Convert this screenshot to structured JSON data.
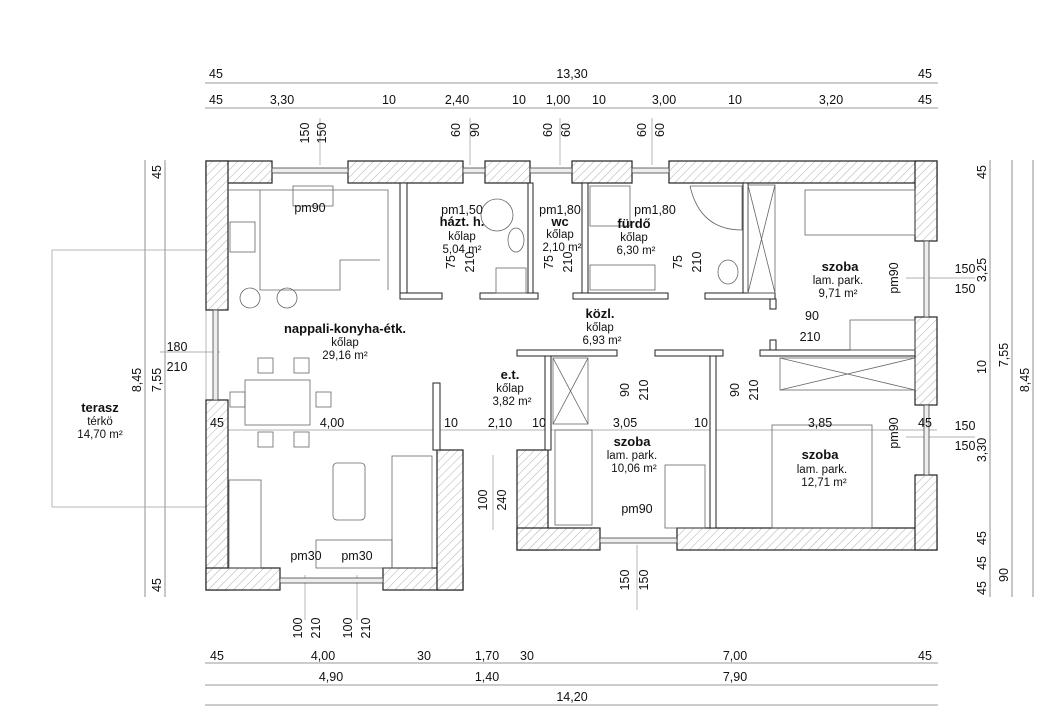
{
  "dimensions": {
    "top_overall": [
      "45",
      "13,30",
      "45"
    ],
    "top_detail": [
      "45",
      "3,30",
      "10",
      "2,40",
      "10",
      "1,00",
      "10",
      "3,00",
      "10",
      "3,20",
      "45"
    ],
    "interior_row": [
      "45",
      "4,00",
      "10",
      "2,10",
      "10",
      "3,05",
      "10",
      "3,85",
      "45"
    ],
    "bottom_detail": [
      "45",
      "4,00",
      "30",
      "1,70",
      "30",
      "7,00",
      "45"
    ],
    "bottom_mid": [
      "4,90",
      "1,40",
      "7,90"
    ],
    "bottom_overall": "14,20",
    "right": {
      "top": "45",
      "upper": "3,25",
      "wall": "10",
      "lower": "3,30",
      "b1": "45",
      "b2": "45",
      "b3": "45",
      "plinth": "90",
      "inner": "7,55",
      "overall": "8,45"
    },
    "left": {
      "top": "45",
      "bottom": "45",
      "inner": "7,55",
      "overall": "8,45"
    }
  },
  "openings": {
    "top_windows": [
      [
        "150",
        "150"
      ],
      [
        "60",
        "90"
      ],
      [
        "60",
        "60"
      ],
      [
        "60",
        "60"
      ]
    ],
    "inner_doors": [
      [
        "75",
        "210"
      ],
      [
        "75",
        "210"
      ],
      [
        "75",
        "210"
      ],
      [
        "90",
        "210"
      ],
      [
        "90",
        "210"
      ]
    ],
    "szoba_door": [
      "90",
      "210"
    ],
    "terrace_door": [
      "180",
      "210"
    ],
    "right_windows": [
      [
        "150",
        "150"
      ],
      [
        "150",
        "150"
      ]
    ],
    "entrance_door": [
      "100",
      "240"
    ],
    "living_doors": [
      [
        "100",
        "210"
      ],
      [
        "100",
        "210"
      ]
    ],
    "bedroom_window": [
      "150",
      "150"
    ],
    "parapets": [
      "pm90",
      "pm1,50",
      "pm1,80",
      "pm1,80",
      "pm90",
      "pm90",
      "pm90",
      "pm30",
      "pm30"
    ]
  },
  "rooms": {
    "living": {
      "name": "nappali-konyha-étk.",
      "floor": "kőlap",
      "area": "29,16 m²"
    },
    "utility": {
      "name": "házt. h.",
      "floor": "kőlap",
      "area": "5,04 m²"
    },
    "wc": {
      "name": "wc",
      "floor": "kőlap",
      "area": "2,10 m²"
    },
    "bath": {
      "name": "fürdő",
      "floor": "kőlap",
      "area": "6,30 m²"
    },
    "hall": {
      "name": "közl.",
      "floor": "kőlap",
      "area": "6,93 m²"
    },
    "entry": {
      "name": "e.t.",
      "floor": "kőlap",
      "area": "3,82 m²"
    },
    "bedroom1": {
      "name": "szoba",
      "floor": "lam. park.",
      "area": "9,71 m²"
    },
    "bedroom2": {
      "name": "szoba",
      "floor": "lam. park.",
      "area": "10,06 m²"
    },
    "bedroom3": {
      "name": "szoba",
      "floor": "lam. park.",
      "area": "12,71 m²"
    },
    "terrace": {
      "name": "terasz",
      "floor": "térkö",
      "area": "14,70 m²"
    }
  }
}
